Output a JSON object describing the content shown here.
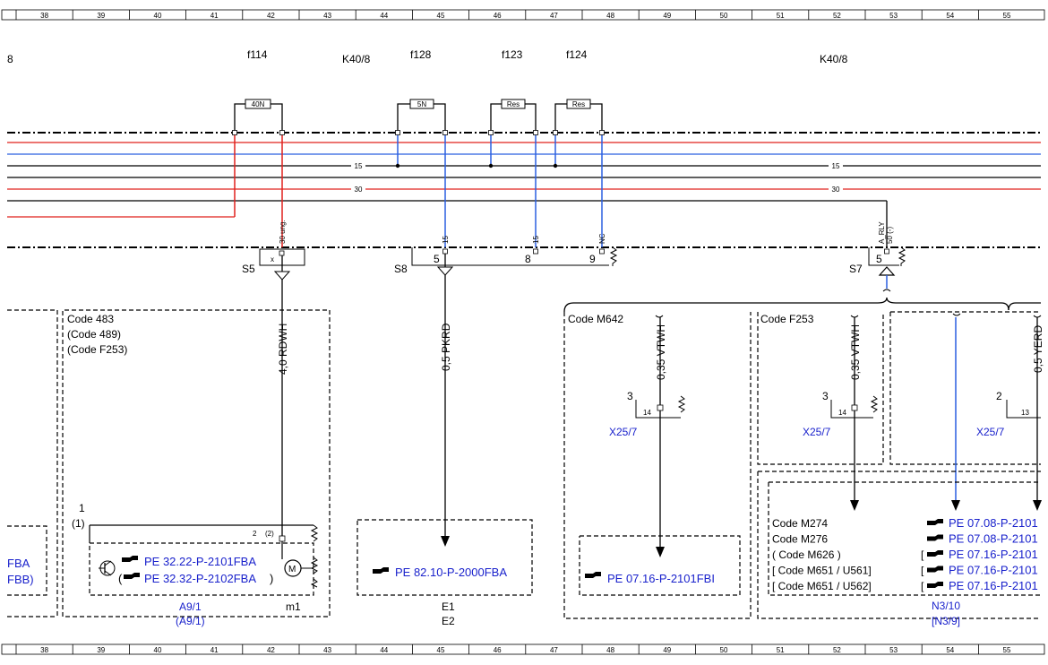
{
  "ruler": {
    "columns": [
      "38",
      "39",
      "40",
      "41",
      "42",
      "43",
      "44",
      "45",
      "46",
      "47",
      "48",
      "49",
      "50",
      "51",
      "52",
      "53",
      "54",
      "55"
    ]
  },
  "top_labels": {
    "edge": "8",
    "f114": "f114",
    "k40_left": "K40/8",
    "f128": "f128",
    "f123": "f123",
    "f124": "f124",
    "k40_right": "K40/8"
  },
  "fuses": {
    "f114_rating": "40N",
    "f128_rating": "5N",
    "f123_rating": "Res",
    "f124_rating": "Res"
  },
  "bus": {
    "line15_left": "15",
    "line15_right": "15",
    "line30_left": "30",
    "line30_right": "30"
  },
  "connectors": {
    "s5": {
      "name": "S5",
      "pin_label": "30 ung.",
      "pin": "x"
    },
    "s8": {
      "name": "S8",
      "pin15a": "15",
      "pin15b": "15",
      "pinNC": "NC",
      "n5": "5",
      "n8": "8",
      "n9": "9"
    },
    "s7": {
      "name": "S7",
      "pin_label": "A_RLY\n50 (-)",
      "pin_label_1": "A_RLY",
      "pin_label_2": "50 (-)",
      "n5": "5"
    }
  },
  "wires": {
    "w1": "4,0 RDWH",
    "w2": "0,5 PKRD",
    "w3": "0,35 VTWH",
    "w4": "0,35 VTWH",
    "w5": "0,5 YERD"
  },
  "block_a9": {
    "code1": "Code 483",
    "code2": "(Code 489)",
    "code3": "(Code F253)",
    "pin_1": "1",
    "pin_1p": "(1)",
    "pin_2": "2",
    "pin_2p": "(2)",
    "ref1": "PE 32.22-P-2101FBA",
    "ref2": "PE 32.32-P-2102FBA",
    "ref2_close": ")",
    "ref2_open": "(",
    "name": "A9/1",
    "name2": "(A9/1)",
    "m1": "m1"
  },
  "block_left_partial": {
    "ref1": "FBA",
    "ref2": "FBB)"
  },
  "block_e1": {
    "ref": "PE 82.10-P-2000FBA",
    "name1": "E1",
    "name2": "E2"
  },
  "block_m642": {
    "code": "Code M642",
    "pin": "3",
    "conn_pin": "14",
    "conn": "X25/7",
    "ref": "PE 07.16-P-2101FBI"
  },
  "block_f253": {
    "code": "Code F253",
    "pin": "3",
    "conn_pin": "14",
    "conn": "X25/7"
  },
  "block_right": {
    "pin": "2",
    "conn_pin": "13",
    "conn": "X25/7"
  },
  "block_n3": {
    "codes": [
      "Code M274",
      "Code M276",
      "( Code M626 )",
      "[ Code M651 / U561]",
      "[ Code M651 / U562]"
    ],
    "refs": [
      "PE 07.08-P-2101",
      "PE 07.08-P-2101",
      "PE 07.16-P-2101",
      "PE 07.16-P-2101",
      "PE 07.16-P-2101"
    ],
    "ref_brackets": [
      "",
      "",
      "[",
      "[",
      "["
    ],
    "name": "N3/10",
    "name2": "[N3/9]"
  },
  "colors": {
    "red": "#e0201c",
    "blue": "#2a5fe0",
    "link": "#1a22cc",
    "black": "#000000"
  }
}
